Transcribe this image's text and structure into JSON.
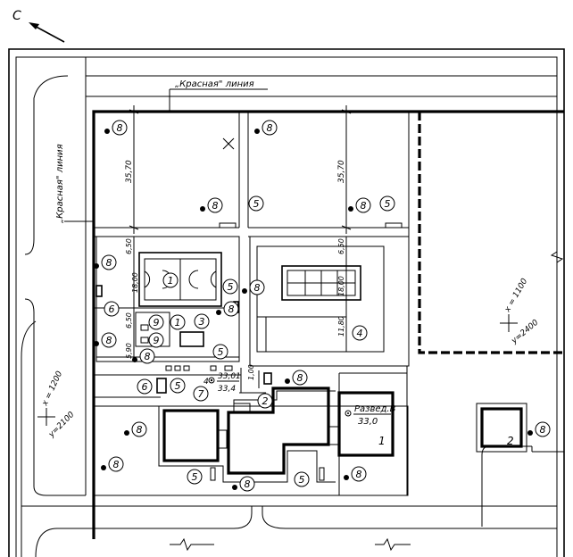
{
  "north_label": "С",
  "labels": {
    "red_line_top": "„Красная\" линия",
    "red_line_left": "„Красная\" линия",
    "dim_35_70_left": "35,70",
    "dim_35_70_right": "35,70",
    "dim_6_50_a": "6,50",
    "dim_6_50_b": "6,50",
    "dim_6_50_c": "6,50",
    "dim_18_00_left": "18,00",
    "dim_18_00_right": "18,00",
    "dim_11_80": "11,80",
    "dim_5_90": "5,90",
    "dim_1_00": "1,00",
    "coord_x1100": "x = 1100",
    "coord_y2400": "y=2400",
    "coord_x1200": "x = 1200",
    "coord_y2100": "y=2100",
    "mark_elev_top": "33,01",
    "mark_elev_bottom": "33,4",
    "mark_elev_num": "4",
    "survey_label": "Развед.В",
    "survey_value": "33,0"
  },
  "markers": [
    {
      "id": "m8-a",
      "n": "8"
    },
    {
      "id": "m8-b",
      "n": "8"
    },
    {
      "id": "m8-c",
      "n": "8"
    },
    {
      "id": "m8-d",
      "n": "8"
    },
    {
      "id": "m8-e",
      "n": "8"
    },
    {
      "id": "m8-f",
      "n": "8"
    },
    {
      "id": "m8-g",
      "n": "8"
    },
    {
      "id": "m8-h",
      "n": "8"
    },
    {
      "id": "m8-i",
      "n": "8"
    },
    {
      "id": "m8-j",
      "n": "8"
    },
    {
      "id": "m8-k",
      "n": "8"
    },
    {
      "id": "m8-l",
      "n": "8"
    },
    {
      "id": "m8-m",
      "n": "8"
    },
    {
      "id": "m8-n",
      "n": "8"
    },
    {
      "id": "m8-o",
      "n": "8"
    },
    {
      "id": "m8-p",
      "n": "8"
    },
    {
      "id": "m5-a",
      "n": "5"
    },
    {
      "id": "m5-b",
      "n": "5"
    },
    {
      "id": "m5-c",
      "n": "5"
    },
    {
      "id": "m5-d",
      "n": "5"
    },
    {
      "id": "m5-e",
      "n": "5"
    },
    {
      "id": "m5-f",
      "n": "5"
    },
    {
      "id": "m5-g",
      "n": "5"
    },
    {
      "id": "m6-a",
      "n": "6"
    },
    {
      "id": "m6-b",
      "n": "6"
    },
    {
      "id": "m9-a",
      "n": "9"
    },
    {
      "id": "m9-b",
      "n": "9"
    },
    {
      "id": "m1-court",
      "n": "1"
    },
    {
      "id": "m1-small",
      "n": "1"
    },
    {
      "id": "m3",
      "n": "3"
    },
    {
      "id": "m4",
      "n": "4"
    },
    {
      "id": "m7",
      "n": "7"
    },
    {
      "id": "m2",
      "n": "2"
    }
  ],
  "building_numbers": {
    "main": "1",
    "small": "2"
  }
}
